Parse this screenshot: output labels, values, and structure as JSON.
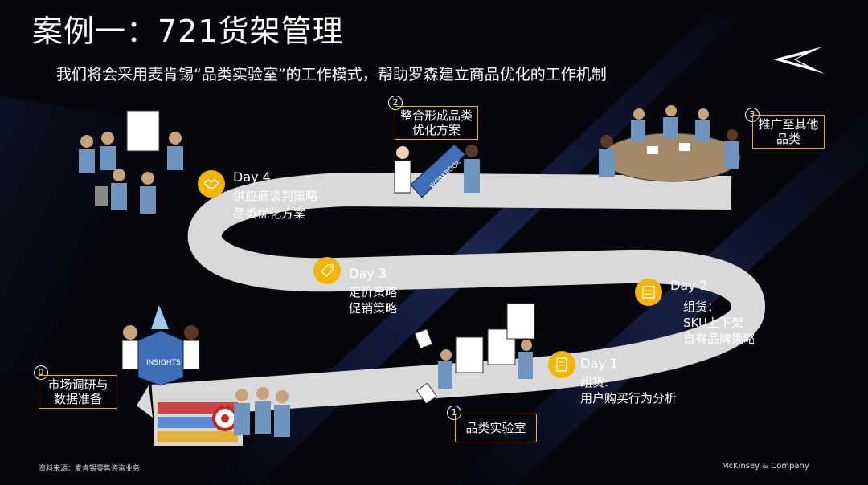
{
  "title": "案例一：721货架管理",
  "subtitle": "我们将会采用麦肯锡“品类实验室”的工作模式，帮助罗森建立商品优化的工作机制",
  "colors": {
    "accent": "#f5b400",
    "road": "#d9d9d9",
    "background": "#05070d"
  },
  "stages": [
    {
      "num": "0",
      "lines": [
        "市场调研与",
        "数据准备"
      ]
    },
    {
      "num": "1",
      "lines": [
        "品类实验室"
      ]
    },
    {
      "num": "2",
      "lines": [
        "整合形成品类",
        "优化方案"
      ]
    },
    {
      "num": "3",
      "lines": [
        "推广至其他",
        "品类"
      ]
    }
  ],
  "days": [
    {
      "title": "Day 1",
      "lines": [
        "组货:",
        "用户购买行为分析"
      ],
      "icon": "document-icon"
    },
    {
      "title": "Day 2",
      "lines": [
        "组货：",
        "SKU上下架",
        "自有品牌策略"
      ],
      "icon": "list-icon"
    },
    {
      "title": "Day 3",
      "lines": [
        "定价策略",
        "促销策略"
      ],
      "icon": "price-tag-icon"
    },
    {
      "title": "Day 4",
      "lines": [
        "供应商谈判策略",
        "品类优化方案"
      ],
      "icon": "handshake-icon"
    }
  ],
  "illustrations": {
    "insights_box": "INSIGHTS",
    "workbook": "WORKBOOK"
  },
  "footer": {
    "source": "资料来源：麦肯锡零售咨询业务",
    "brand": "McKinsey & Company"
  }
}
